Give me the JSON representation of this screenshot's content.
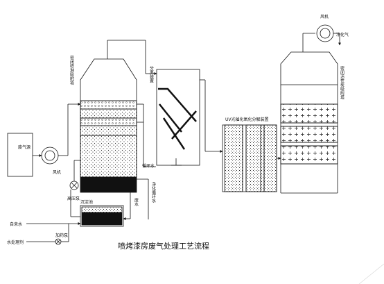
{
  "diagram": {
    "title": "喷烤漆房废气处理工艺流程",
    "labels": {
      "waste_gas_source": "废气源",
      "fan_left": "风机",
      "spray_tower": "密闭喷淋吸附塔",
      "separator": "分离装置",
      "uv_device": "UV光催化氧化分解装置",
      "carbon_tower": "密闭活性炭吸附塔",
      "fan_top": "风机",
      "clean_gas": "净化气",
      "circulating_water": "循环水",
      "purified_circulating_water": "净化循环水",
      "high_pressure_pump": "高压泵",
      "waste_water": "废水",
      "settling_tank": "沉淀池",
      "fresh_water": "自来水",
      "plus_pump": "加药泵",
      "water_treatment": "水处理剂"
    }
  }
}
